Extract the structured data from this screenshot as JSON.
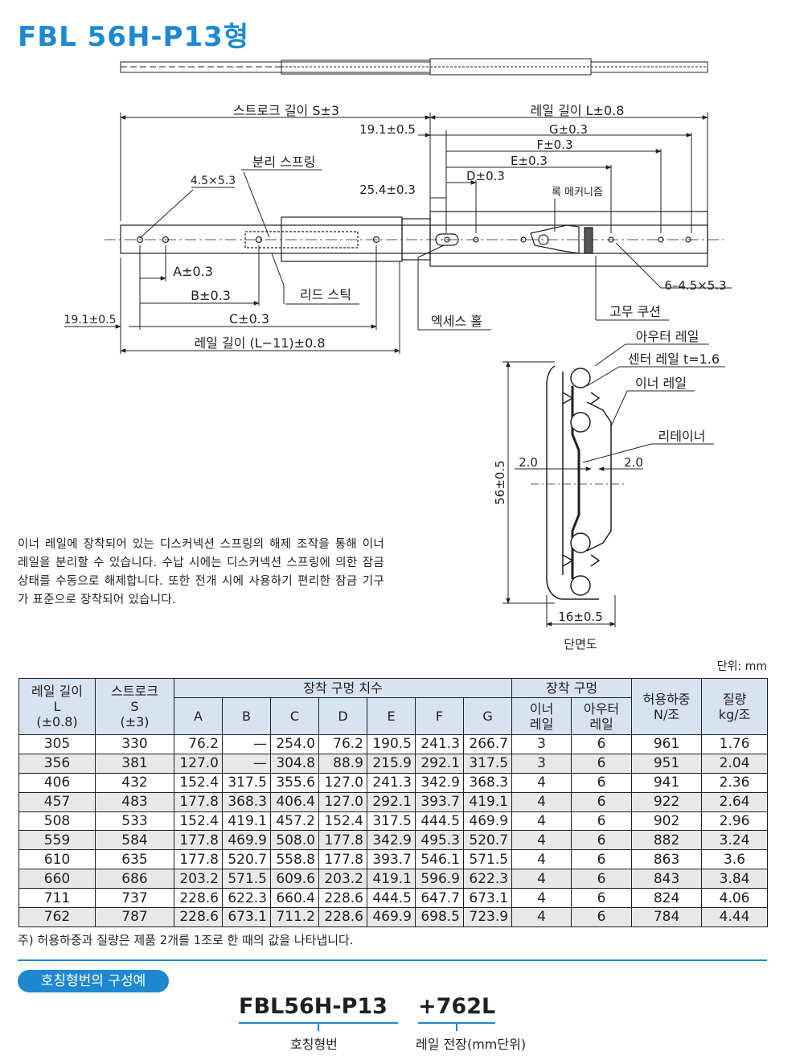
{
  "title": "FBL 56H-P13형",
  "drawing": {
    "stroke_label": "스트로크 길이 S±3",
    "rail_length_label": "레일 길이 L±0.8",
    "dim_19_1_top": "19.1±0.5",
    "dim_G": "G±0.3",
    "dim_F": "F±0.3",
    "dim_E": "E±0.3",
    "dim_D": "D±0.3",
    "dim_25_4": "25.4±0.3",
    "lock_mechanism": "록 메커니즘",
    "separation_spring": "분리 스프링",
    "slot_size": "4.5×5.3",
    "dim_A": "A±0.3",
    "dim_B": "B±0.3",
    "dim_C": "C±0.3",
    "lead_stick": "리드 스틱",
    "access_hole": "엑세스 홀",
    "rubber_cushion": "고무 쿠션",
    "holes_6": "6–4.5×5.3",
    "dim_19_1_left": "19.1±0.5",
    "rail_length_minus": "레일 길이 (L−11)±0.8",
    "outer_rail": "아우터 레일",
    "center_rail": "센터 레일 t=1.6",
    "inner_rail": "이너 레일",
    "retainer": "리테이너",
    "gap_left": "2.0",
    "gap_right": "2.0",
    "height": "56±0.5",
    "width": "16±0.5",
    "section_caption": "단면도"
  },
  "description": "이너 레일에 장착되어 있는 디스커넥션 스프링의 해제 조작을 통해 이너 레일을 분리할 수 있습니다. 수납 시에는 디스커넥션 스프링에 의한 잠금 상태를 수동으로 해제합니다. 또한 전개 시에 사용하기 편리한 잠금 기구가 표준으로 장착되어 있습니다.",
  "unit": "단위: mm",
  "table": {
    "headers": {
      "rail_length": "레일 길이",
      "rail_length_sym": "L",
      "rail_length_tol": "(±0.8)",
      "stroke": "스트로크",
      "stroke_sym": "S",
      "stroke_tol": "(±3)",
      "mounting_dims": "장착 구멍 치수",
      "A": "A",
      "B": "B",
      "C": "C",
      "D": "D",
      "E": "E",
      "F": "F",
      "G": "G",
      "mounting_holes": "장착 구멍",
      "inner_rail": "이너 레일",
      "outer_rail": "아우터 레일",
      "load": "허용하중 N/조",
      "weight": "질량 kg/조"
    },
    "rows": [
      [
        "305",
        "330",
        "76.2",
        "—",
        "254.0",
        "76.2",
        "190.5",
        "241.3",
        "266.7",
        "3",
        "6",
        "961",
        "1.76"
      ],
      [
        "356",
        "381",
        "127.0",
        "—",
        "304.8",
        "88.9",
        "215.9",
        "292.1",
        "317.5",
        "3",
        "6",
        "951",
        "2.04"
      ],
      [
        "406",
        "432",
        "152.4",
        "317.5",
        "355.6",
        "127.0",
        "241.3",
        "342.9",
        "368.3",
        "4",
        "6",
        "941",
        "2.36"
      ],
      [
        "457",
        "483",
        "177.8",
        "368.3",
        "406.4",
        "127.0",
        "292.1",
        "393.7",
        "419.1",
        "4",
        "6",
        "922",
        "2.64"
      ],
      [
        "508",
        "533",
        "152.4",
        "419.1",
        "457.2",
        "152.4",
        "317.5",
        "444.5",
        "469.9",
        "4",
        "6",
        "902",
        "2.96"
      ],
      [
        "559",
        "584",
        "177.8",
        "469.9",
        "508.0",
        "177.8",
        "342.9",
        "495.3",
        "520.7",
        "4",
        "6",
        "882",
        "3.24"
      ],
      [
        "610",
        "635",
        "177.8",
        "520.7",
        "558.8",
        "177.8",
        "393.7",
        "546.1",
        "571.5",
        "4",
        "6",
        "863",
        "3.6"
      ],
      [
        "660",
        "686",
        "203.2",
        "571.5",
        "609.6",
        "203.2",
        "419.1",
        "596.9",
        "622.3",
        "4",
        "6",
        "843",
        "3.84"
      ],
      [
        "711",
        "737",
        "228.6",
        "622.3",
        "660.4",
        "228.6",
        "444.5",
        "647.7",
        "673.1",
        "4",
        "6",
        "824",
        "4.06"
      ],
      [
        "762",
        "787",
        "228.6",
        "673.1",
        "711.2",
        "228.6",
        "469.9",
        "698.5",
        "723.9",
        "4",
        "6",
        "784",
        "4.44"
      ]
    ]
  },
  "note": "주) 허용하중과 질량은 제품 2개를 1조로 한 때의 값을 나타냅니다.",
  "example": {
    "badge": "호칭형번의 구성예",
    "model": "FBL56H-P13",
    "suffix": "+762L",
    "model_label": "호칭형번",
    "suffix_label": "레일 전장(mm단위)"
  }
}
